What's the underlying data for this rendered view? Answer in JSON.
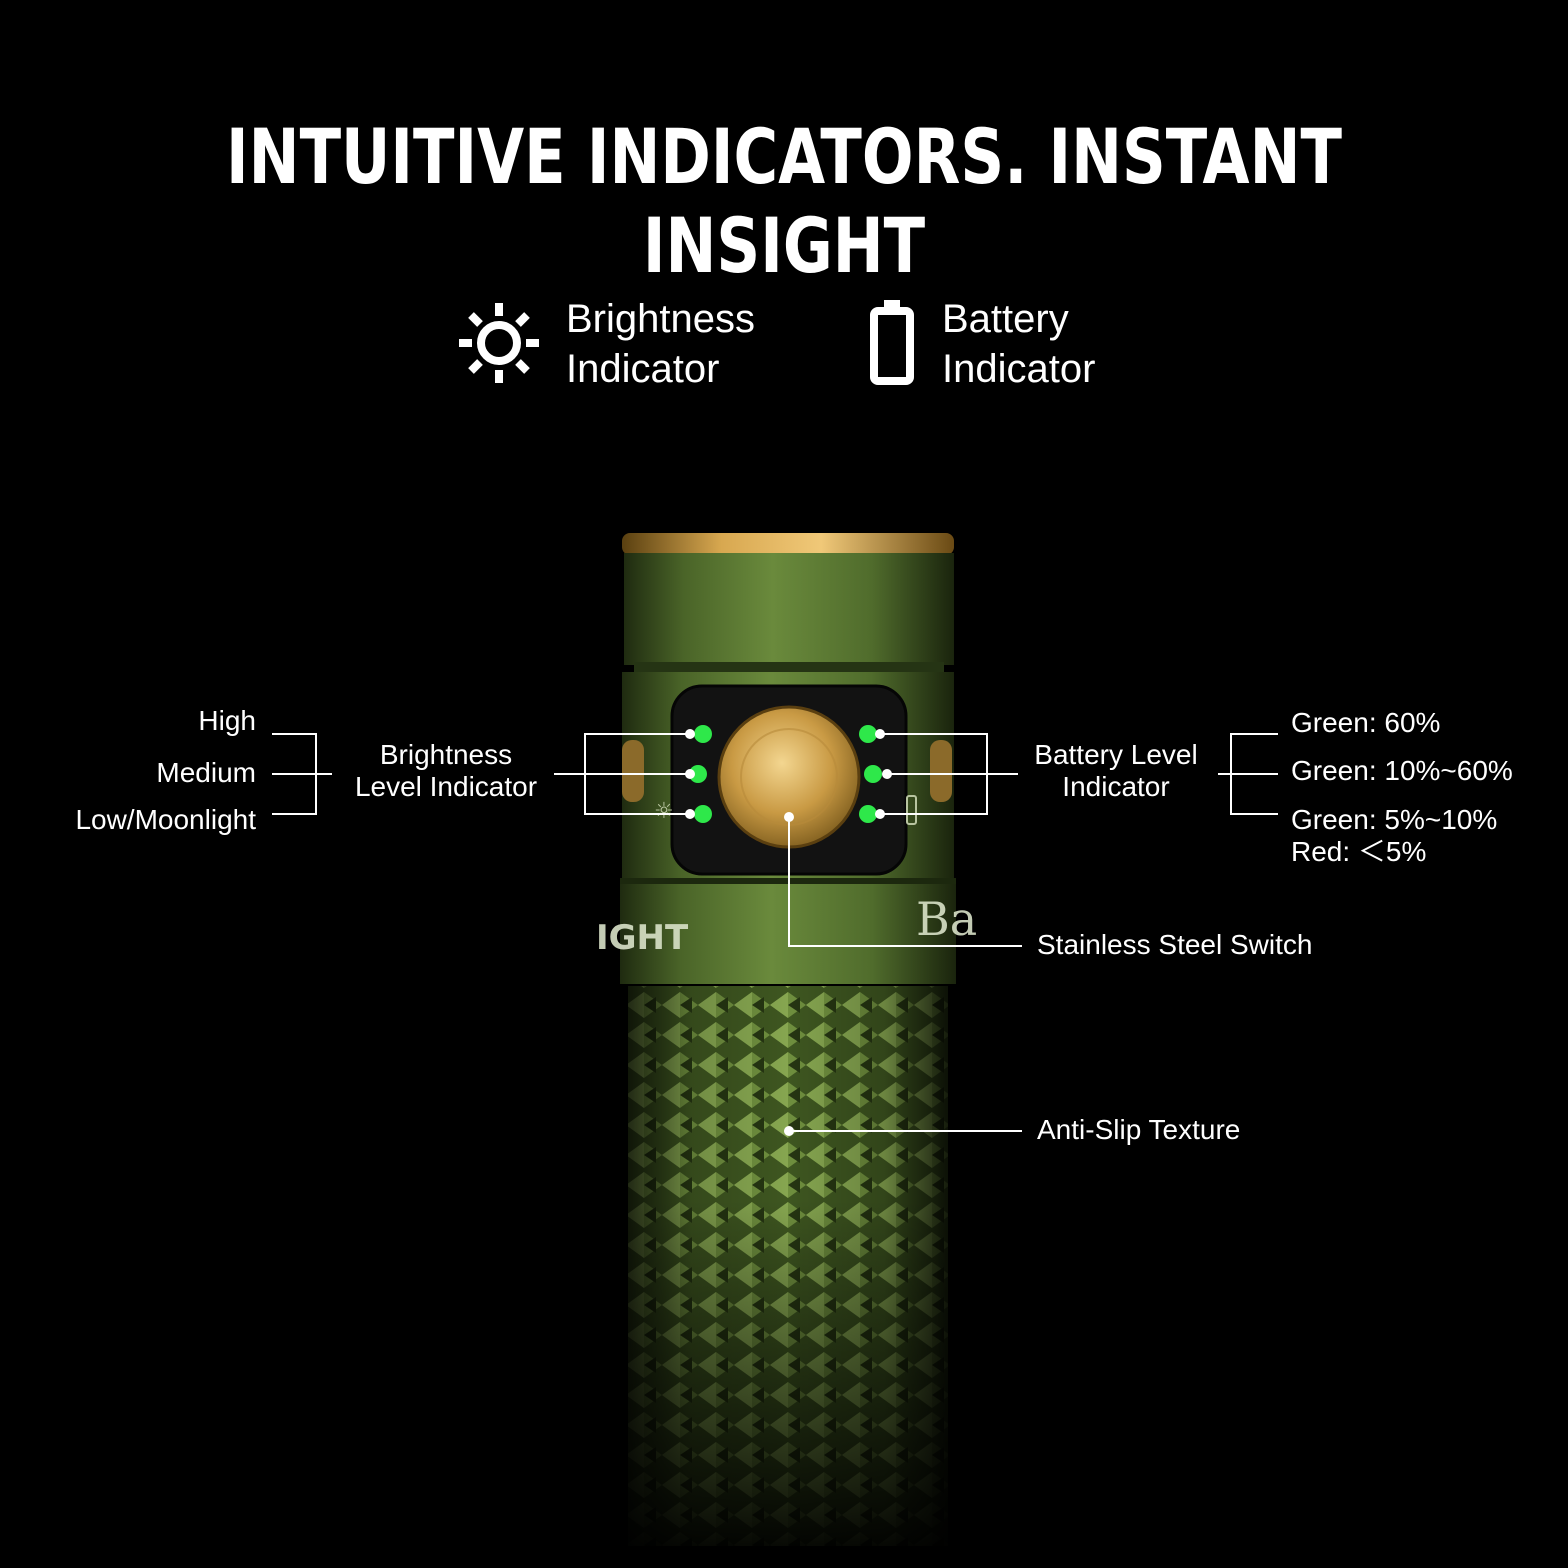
{
  "headline": "INTUITIVE INDICATORS. INSTANT INSIGHT",
  "legend": {
    "brightness": {
      "icon": "sun-icon",
      "line1": "Brightness",
      "line2": "Indicator"
    },
    "battery": {
      "icon": "battery-icon",
      "line1": "Battery",
      "line2": "Indicator"
    }
  },
  "brightness_levels": [
    "High",
    "Medium",
    "Low/Moonlight"
  ],
  "brightness_indicator": {
    "line1": "Brightness",
    "line2": "Level Indicator"
  },
  "battery_indicator": {
    "line1": "Battery Level",
    "line2": "Indicator"
  },
  "battery_levels": [
    "Green:  60%",
    "Green: 10%~60%",
    "Green: 5%~10%",
    "Red: ＜5%"
  ],
  "switch_label": "Stainless Steel Switch",
  "texture_label": "Anti-Slip Texture",
  "body_text": {
    "left": "IGHT",
    "right": "Ba"
  },
  "colors": {
    "led_green": "#2ee84a",
    "body_green": "#4e6a2c",
    "brass": "#c9a14a"
  }
}
